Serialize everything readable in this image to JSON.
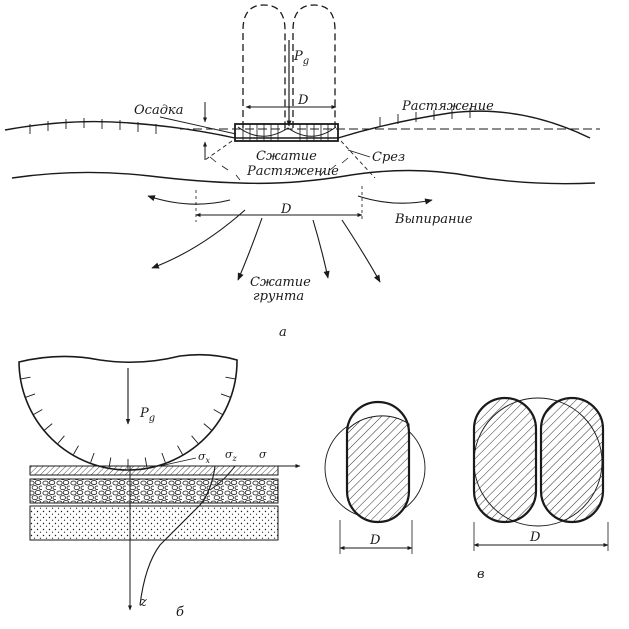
{
  "panel_a": {
    "label_settlement": "Осадка",
    "label_tension_top": "Растяжение",
    "label_compression": "Сжатие",
    "label_tension_under": "Растяжение",
    "label_shear": "Срез",
    "label_pg": "P",
    "label_pg_sub": "g",
    "label_d_top": "D",
    "label_d_bottom": "D",
    "label_bulging": "Выпирание",
    "label_soil_compression_line1": "Сжатие",
    "label_soil_compression_line2": "грунта",
    "panel_letter": "а"
  },
  "panel_b": {
    "label_pg": "P",
    "label_pg_sub": "g",
    "label_sigma_x": "σ",
    "label_sigma_x_sub": "x",
    "label_sigma_z": "σ",
    "label_sigma_z_sub": "z",
    "label_sigma": "σ",
    "label_z": "z",
    "panel_letter": "б"
  },
  "panel_c": {
    "label_d_single": "D",
    "label_d_dual": "D",
    "panel_letter": "в"
  },
  "colors": {
    "ink": "#1a1a1a",
    "background": "#ffffff"
  }
}
